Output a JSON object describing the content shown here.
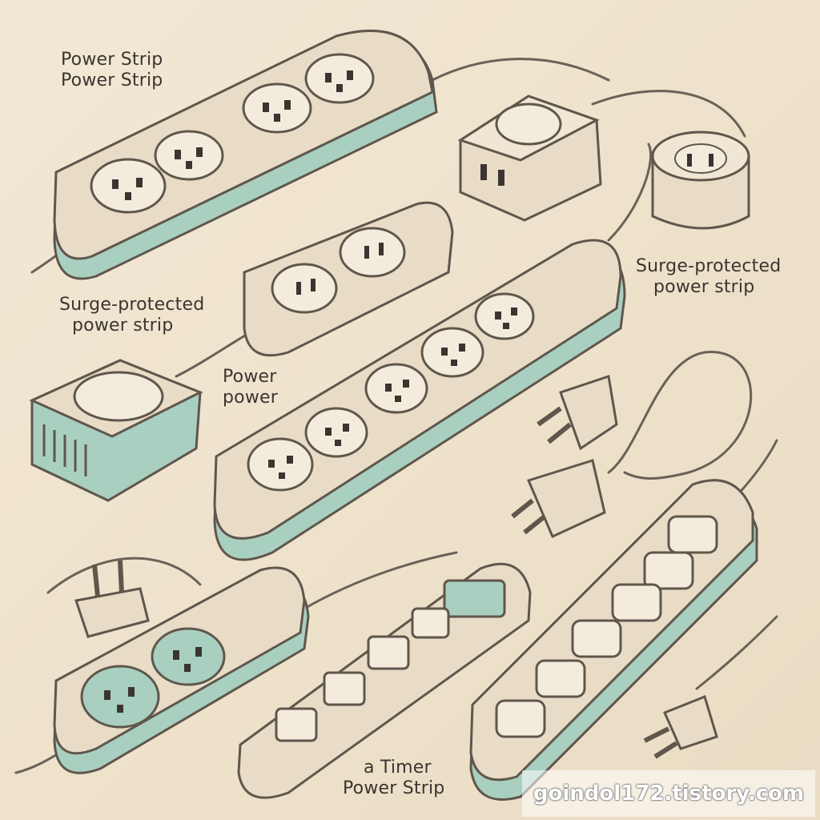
{
  "labels": {
    "top_left": [
      "Power Strip",
      "Power Strip"
    ],
    "left_middle": [
      "Surge-protected",
      "power strip"
    ],
    "center": [
      "Power",
      "power"
    ],
    "right_upper": [
      "Surge-protected",
      "power strip"
    ],
    "bottom_center": [
      "a Timer",
      "Power Strip"
    ]
  },
  "watermark": "goindol172.tistory.com",
  "colors": {
    "background": "#efe4cf",
    "body": "#e8dcc6",
    "accent_mint": "#a9cfc0",
    "outline": "#5f564c",
    "socket": "#f3ecdd"
  }
}
